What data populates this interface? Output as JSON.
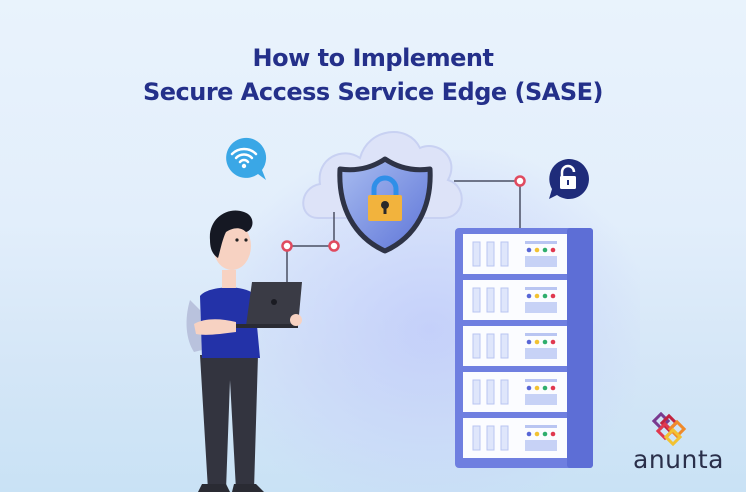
{
  "title": {
    "line1": "How to Implement",
    "line2": "Secure Access Service Edge (SASE)"
  },
  "brand": {
    "name": "anunta"
  },
  "illustration": {
    "icons": [
      "wifi-icon",
      "shield-lock-icon",
      "cloud-icon",
      "padlock-bubble-icon",
      "server-rack-icon",
      "person-with-laptop"
    ],
    "server_units": 5
  },
  "colors": {
    "title": "#24308a",
    "background": "#e6f1fb",
    "server_frame": "#6f7fe0",
    "connector_node": "#e04a5f",
    "wifi_bubble": "#3aa7e6",
    "lock_bubble": "#1f2c7a",
    "shield": "#6f8fe0",
    "padlock": "#f2b33d"
  }
}
